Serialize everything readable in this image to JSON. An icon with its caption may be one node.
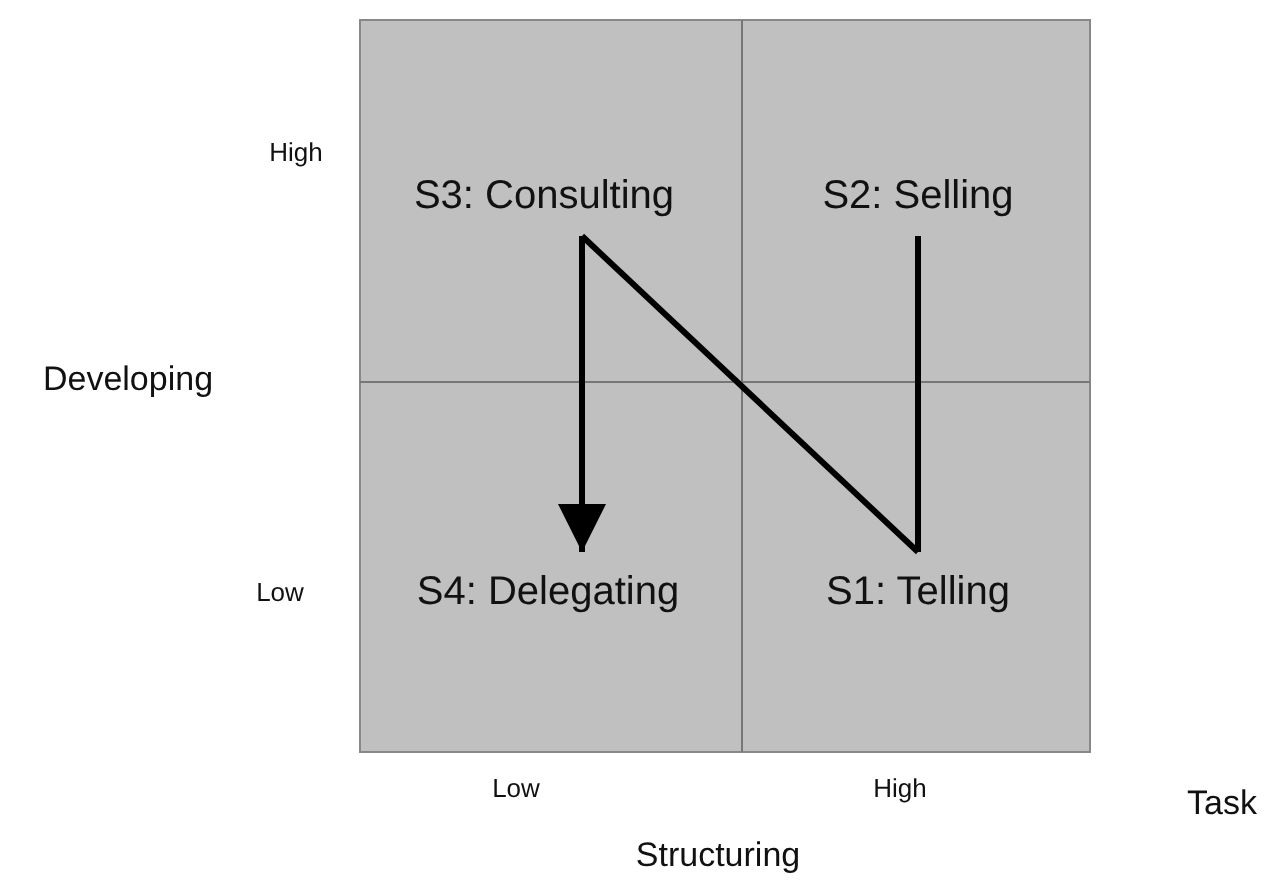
{
  "diagram": {
    "nodes": [
      {
        "text": [
          "S3: Consulting"
        ]
      },
      {
        "text": [
          "S2: Selling"
        ]
      },
      {
        "text": [
          "S4: Delegating"
        ]
      },
      {
        "text": [
          "S1: Telling"
        ]
      }
    ],
    "edges": [
      {
        "from": 1,
        "to": 3,
        "arrow": "none"
      },
      {
        "from": 3,
        "to": 0,
        "arrow": "none"
      },
      {
        "from": 0,
        "to": 2,
        "arrow": "to"
      }
    ],
    "labels": [
      "High",
      "Developing",
      "Low",
      "Low",
      "High",
      "Task",
      "Structuring"
    ]
  }
}
